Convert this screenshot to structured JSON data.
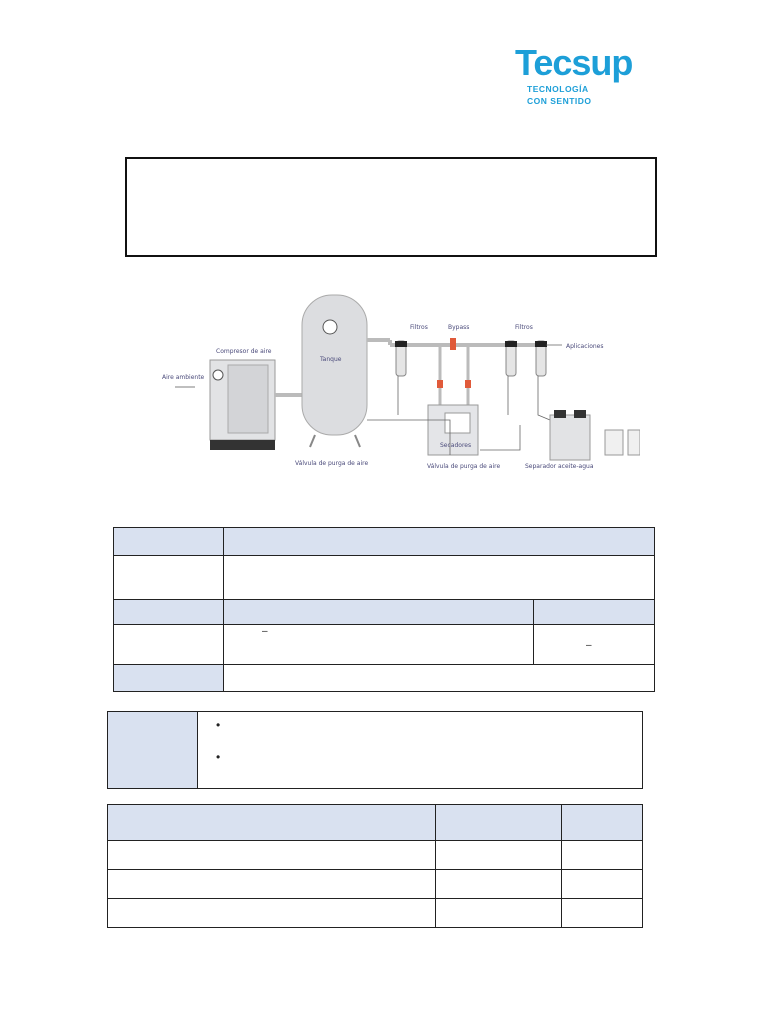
{
  "logo": {
    "brand": "Tecsup",
    "tagline_1": "TECNOLOGÍA",
    "tagline_2": "CON SENTIDO",
    "color": "#1d9fd8"
  },
  "diagram": {
    "labels": {
      "compressor": "Compresor de aire",
      "ambient_air": "Aire ambiente",
      "tank": "Tanque",
      "purge_valve_air": "Válvula de purga de aire",
      "filter": "Filtros",
      "bypass": "Bypass",
      "filters": "Filtros",
      "applications": "Aplicaciones",
      "dryer": "Secadores",
      "purge_valve": "Válvula de purga de aire",
      "separator": "Separador aceite-agua"
    }
  },
  "info_table": {
    "header_fill": "#d9e1f0",
    "dash_1": "–",
    "dash_2": "–"
  },
  "note": {
    "bullet_1": "•",
    "bullet_2": "•"
  },
  "list_table": {
    "rows": 3
  }
}
